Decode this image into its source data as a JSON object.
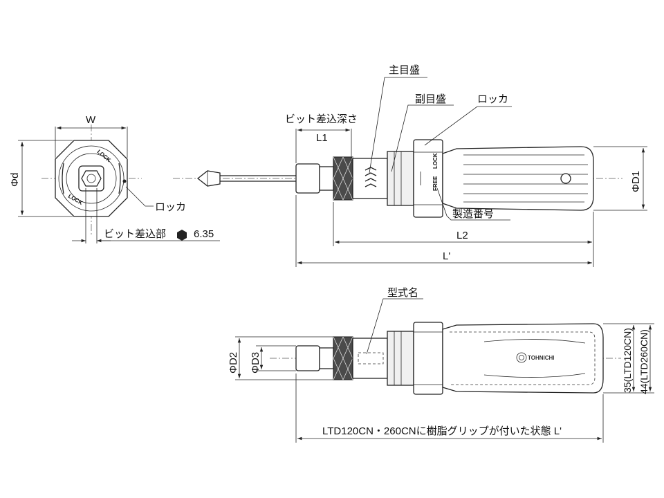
{
  "labels": {
    "W": "W",
    "phi_d": "Φd",
    "locker_left": "ロッカ",
    "bit_insert_part": "ビット差込部",
    "bit_hex_size": "6.35",
    "bit_insert_depth": "ビット差込深さ",
    "L1": "L1",
    "main_scale": "主目盛",
    "sub_scale": "副目盛",
    "locker_top": "ロッカ",
    "phi_D1": "ΦD1",
    "serial_number": "製造番号",
    "L2": "L2",
    "L_prime": "L'",
    "model_name": "型式名",
    "phi_D2": "ΦD2",
    "phi_D3": "ΦD3",
    "dim_35": "35(LTD120CN)",
    "dim_44": "44(LTD260CN)",
    "grip_caption": "LTD120CN・260CNに樹脂グリップが付いた状態 L'",
    "lock_text_1": "LOCK",
    "lock_text_2": "LOCK",
    "lock_side": "LOCK",
    "free_side": "FREE",
    "brand": "TOHNICHI"
  },
  "colors": {
    "line": "#222222",
    "knurl": "#4a4a4a",
    "background": "#ffffff"
  }
}
